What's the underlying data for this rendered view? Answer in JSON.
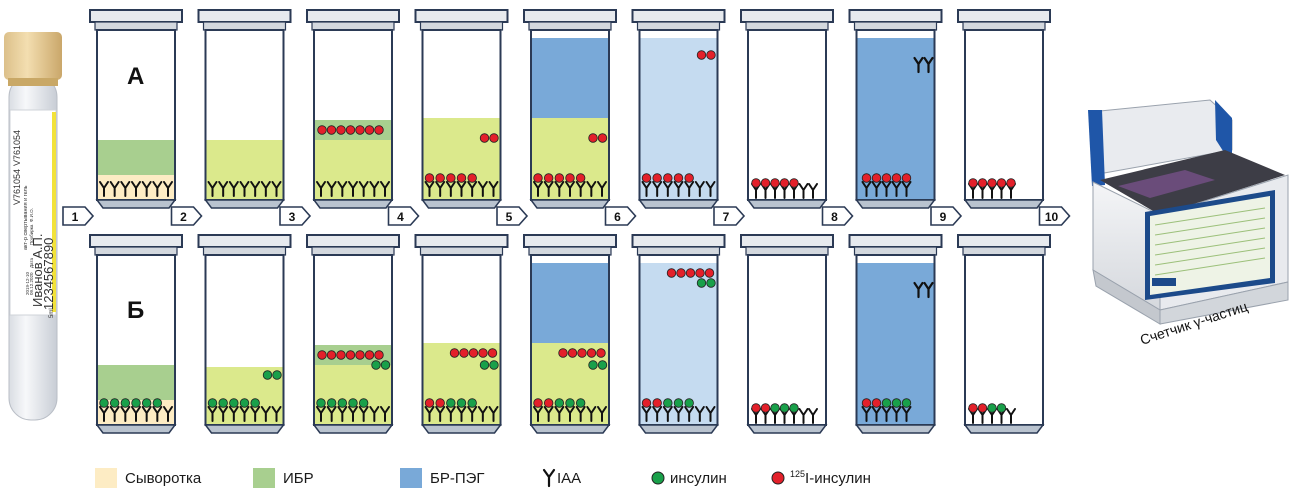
{
  "colors": {
    "serum": "#fdecc4",
    "ibr": "#a8cf8f",
    "ibr_light": "#dbe98c",
    "peg": "#79a9d8",
    "peg_light": "#c5dbf0",
    "insulin": "#19a04a",
    "labeled_insulin": "#e3202a",
    "outline": "#2b3a55"
  },
  "rows": [
    {
      "label": "А",
      "tubes": [
        {
          "layers": [
            "serum",
            "ibr"
          ],
          "antibodies": 7,
          "bound_red": 0,
          "bound_green": 0,
          "free_red_line": 0,
          "free_pairs": 0,
          "pellet": false,
          "reagent": false
        },
        {
          "layers": [
            "ibr_light"
          ],
          "antibodies": 7,
          "bound_red": 0,
          "bound_green": 0,
          "free_red_line": 0,
          "free_pairs": 0,
          "pellet": false,
          "reagent": false
        },
        {
          "layers": [
            "ibr_light",
            "ibr_band"
          ],
          "antibodies": 7,
          "bound_red": 0,
          "bound_green": 0,
          "free_red_line": 7,
          "free_pairs": 0,
          "pellet": false,
          "reagent": false
        },
        {
          "layers": [
            "ibr_light"
          ],
          "antibodies": 7,
          "bound_red": 5,
          "bound_green": 0,
          "free_red_line": 0,
          "free_pairs": 2,
          "pellet": false,
          "reagent": false
        },
        {
          "layers": [
            "ibr_light",
            "peg"
          ],
          "antibodies": 7,
          "bound_red": 5,
          "bound_green": 0,
          "free_red_line": 0,
          "free_pairs": 2,
          "pellet": false,
          "reagent": false
        },
        {
          "layers": [
            "peg_light"
          ],
          "antibodies": 7,
          "bound_red": 5,
          "bound_green": 0,
          "free_red_line": 0,
          "free_pairs": 2,
          "pellet": false,
          "reagent": false
        },
        {
          "layers": [],
          "antibodies": 7,
          "bound_red": 5,
          "bound_green": 0,
          "free_red_line": 0,
          "free_pairs": 0,
          "pellet": true,
          "reagent": false
        },
        {
          "layers": [
            "peg_full"
          ],
          "antibodies": 5,
          "bound_red": 5,
          "bound_green": 0,
          "free_red_line": 0,
          "free_pairs": 0,
          "pellet": false,
          "reagent": true
        },
        {
          "layers": [],
          "antibodies": 5,
          "bound_red": 5,
          "bound_green": 0,
          "free_red_line": 0,
          "free_pairs": 0,
          "pellet": true,
          "reagent": false
        }
      ]
    },
    {
      "label": "Б",
      "tubes": [
        {
          "layers": [
            "serum",
            "ibr"
          ],
          "antibodies": 7,
          "bound_red": 0,
          "bound_green": 6,
          "free_red_line": 0,
          "free_pairs": 0,
          "pellet": false,
          "reagent": false
        },
        {
          "layers": [
            "ibr_light"
          ],
          "antibodies": 7,
          "bound_red": 0,
          "bound_green": 5,
          "free_red_line": 0,
          "free_pairs": 2,
          "pellet": false,
          "reagent": false
        },
        {
          "layers": [
            "ibr_light",
            "ibr_band"
          ],
          "antibodies": 7,
          "bound_red": 0,
          "bound_green": 5,
          "free_red_line": 7,
          "free_pairs": 2,
          "pellet": false,
          "reagent": false
        },
        {
          "layers": [
            "ibr_light"
          ],
          "antibodies": 7,
          "bound_red": 2,
          "bound_green": 3,
          "free_red_line": 5,
          "free_pairs": 2,
          "pellet": false,
          "reagent": false
        },
        {
          "layers": [
            "ibr_light",
            "peg"
          ],
          "antibodies": 7,
          "bound_red": 2,
          "bound_green": 3,
          "free_red_line": 5,
          "free_pairs": 2,
          "pellet": false,
          "reagent": false
        },
        {
          "layers": [
            "peg_light"
          ],
          "antibodies": 7,
          "bound_red": 2,
          "bound_green": 3,
          "free_red_line": 5,
          "free_pairs": 2,
          "pellet": false,
          "reagent": false
        },
        {
          "layers": [],
          "antibodies": 7,
          "bound_red": 2,
          "bound_green": 3,
          "free_red_line": 0,
          "free_pairs": 0,
          "pellet": true,
          "reagent": false
        },
        {
          "layers": [
            "peg_full"
          ],
          "antibodies": 5,
          "bound_red": 2,
          "bound_green": 3,
          "free_red_line": 0,
          "free_pairs": 0,
          "pellet": false,
          "reagent": true
        },
        {
          "layers": [],
          "antibodies": 5,
          "bound_red": 2,
          "bound_green": 2,
          "free_red_line": 0,
          "free_pairs": 0,
          "pellet": true,
          "reagent": false
        }
      ]
    }
  ],
  "steps": [
    "1",
    "2",
    "3",
    "4",
    "5",
    "6",
    "7",
    "8",
    "9",
    "10"
  ],
  "sample_tube": {
    "id1": "V761054",
    "id2": "V761054",
    "activator": "акт-р свертывания и гель",
    "name": "Иванов А.П.",
    "number": "1234567890",
    "volume": "5ml",
    "field1": "Ф.И.О.",
    "field2": "Пробирка",
    "field3": "Дата",
    "date": "09.12.2020",
    "code": "2019-12-10"
  },
  "device": {
    "caption": "Счетчик γ-частиц"
  },
  "legend": [
    {
      "key": "serum",
      "label": "Сыворотка",
      "kind": "swatch"
    },
    {
      "key": "ibr",
      "label": "ИБР",
      "kind": "swatch"
    },
    {
      "key": "peg",
      "label": "БР-ПЭГ",
      "kind": "swatch"
    },
    {
      "key": "iaa",
      "label": "IAA",
      "kind": "antibody"
    },
    {
      "key": "insulin",
      "label": "инсулин",
      "kind": "dot-green"
    },
    {
      "key": "labeled_insulin",
      "label_sup": "125",
      "label": "I-инсулин",
      "kind": "dot-red"
    }
  ]
}
